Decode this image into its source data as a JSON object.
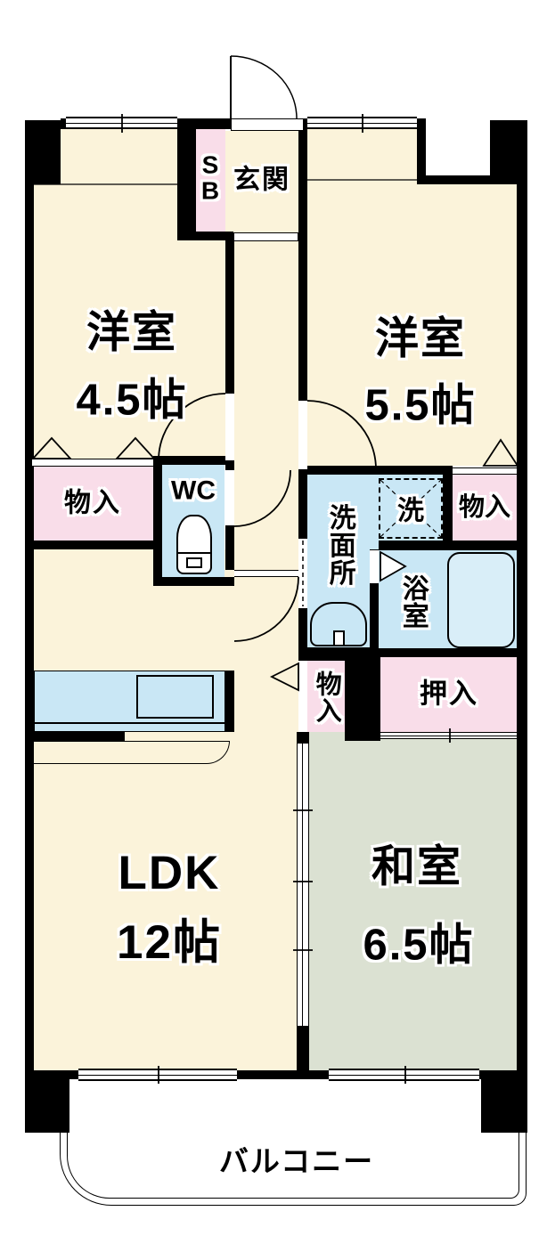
{
  "colors": {
    "wall": "#000000",
    "cream": "#fbf3da",
    "pink": "#f9dde9",
    "blue": "#c9e7f5",
    "tub": "#d9eef8",
    "green": "#dbe1d2",
    "bg": "#ffffff"
  },
  "rooms": {
    "western1": {
      "name": "洋室",
      "size": "4.5帖"
    },
    "western2": {
      "name": "洋室",
      "size": "5.5帖"
    },
    "ldk": {
      "name": "LDK",
      "size": "12帖"
    },
    "japanese": {
      "name": "和室",
      "size": "6.5帖"
    },
    "entrance": {
      "name": "玄関"
    },
    "shoebox": {
      "line1": "S",
      "line2": "B"
    },
    "wc": {
      "name": "WC"
    },
    "washroom": {
      "name": "洗面所"
    },
    "laundry": {
      "name": "洗"
    },
    "bathroom": {
      "name": "浴室"
    },
    "storage_left": {
      "name": "物入"
    },
    "storage_right": {
      "name": "物入"
    },
    "storage_hall": {
      "name": "物入"
    },
    "closet": {
      "name": "押入"
    },
    "balcony": {
      "name": "バルコニー"
    }
  }
}
